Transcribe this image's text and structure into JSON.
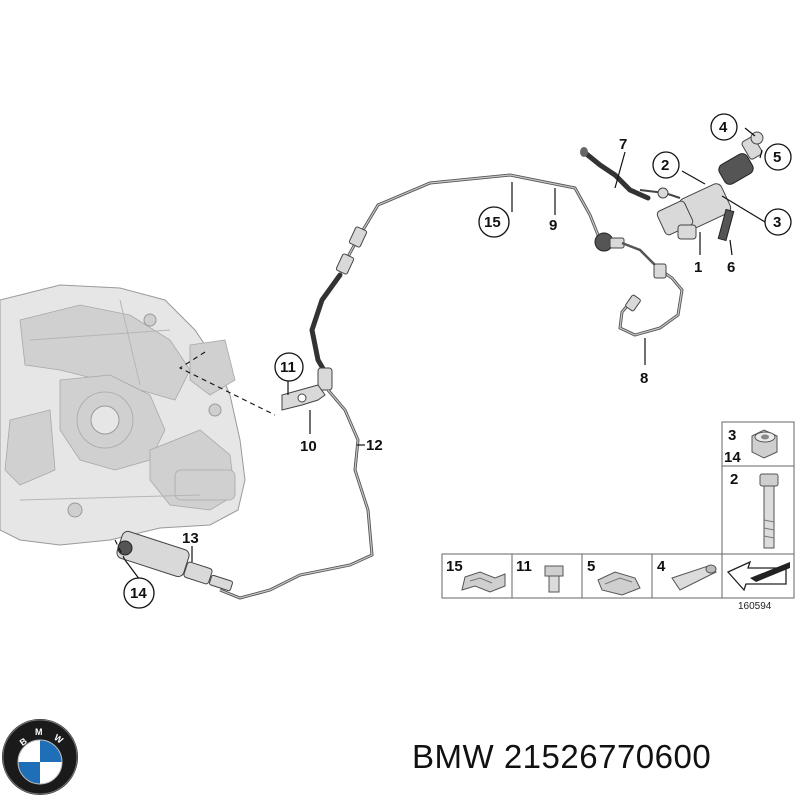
{
  "callouts": {
    "c1": "1",
    "c2": "2",
    "c3": "3",
    "c4": "4",
    "c5": "5",
    "c6": "6",
    "c7": "7",
    "c8": "8",
    "c9": "9",
    "c10": "10",
    "c11": "11",
    "c12": "12",
    "c13": "13",
    "c14": "14",
    "c15": "15"
  },
  "hardware_table": {
    "side": [
      {
        "label_a": "3",
        "label_b": "14"
      },
      {
        "label": "2"
      }
    ],
    "bottom": [
      {
        "label": "15"
      },
      {
        "label": "11"
      },
      {
        "label": "5"
      },
      {
        "label": "4"
      }
    ],
    "diagram_id": "160594"
  },
  "logo": {
    "brand_lettering": "BMW",
    "colors": {
      "ring": "#1a1a1a",
      "blue": "#1f6fb8",
      "white": "#ffffff"
    }
  },
  "footer": {
    "brand": "BMW",
    "part_number": "21526770600"
  }
}
